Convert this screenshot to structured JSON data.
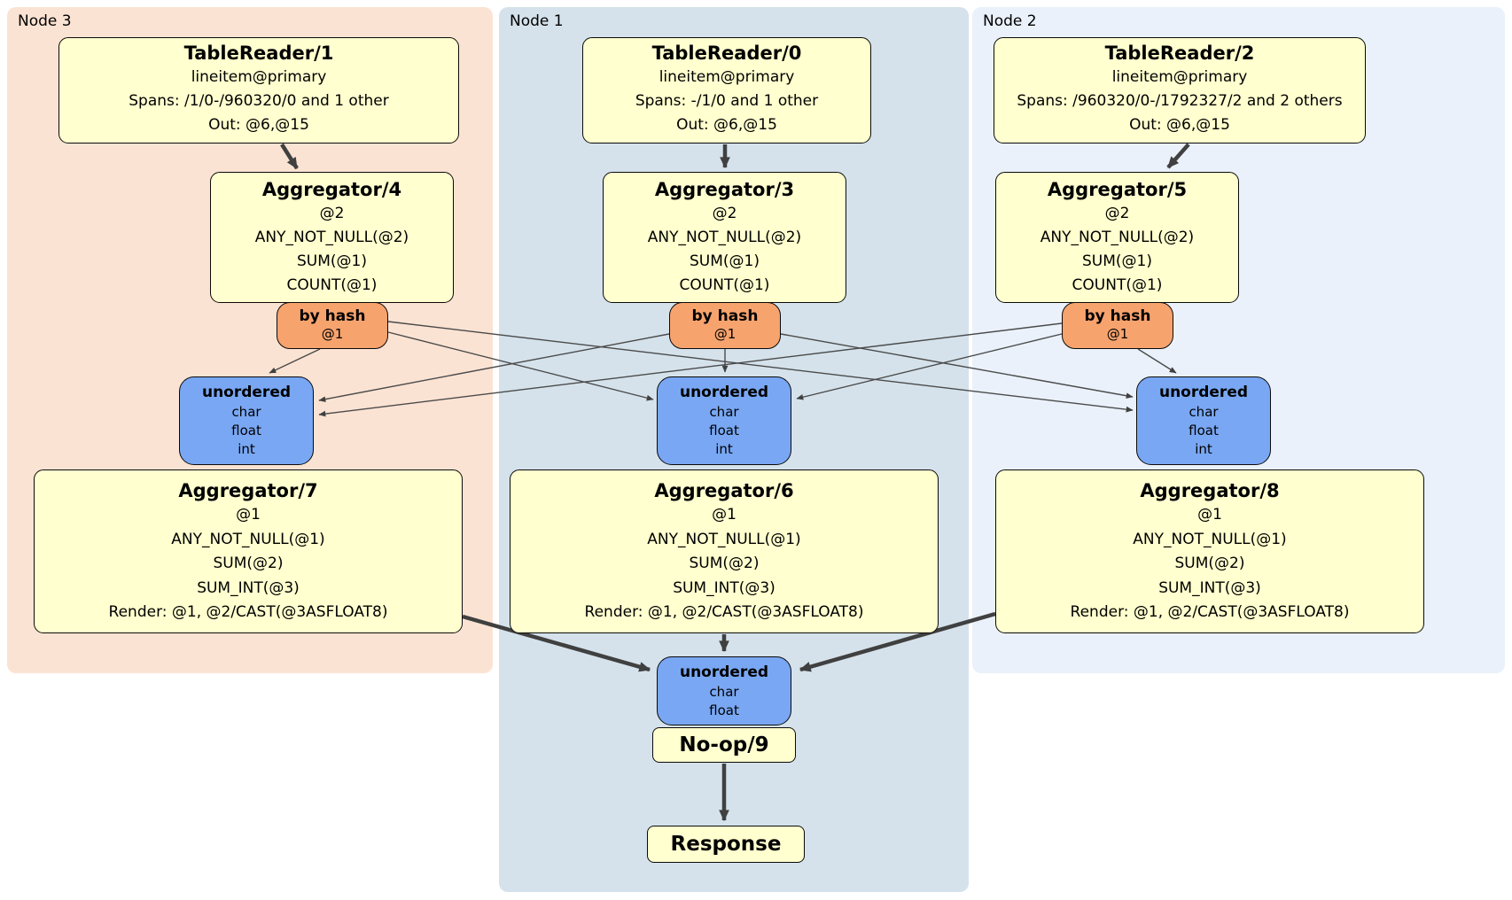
{
  "colors": {
    "node3_bg": "#fbe3d3",
    "node1_bg": "#d5e2eb",
    "node2_bg": "#eaf1fa",
    "processor_box_bg": "#ffffcf",
    "hash_router_bg": "#f7a36e",
    "unordered_sync_bg": "#79a7f3",
    "box_border": "#0a0a0a",
    "edge_color": "#404040"
  },
  "nodes": [
    {
      "label": "Node 3",
      "table_reader": {
        "title": "TableReader/1",
        "lines": [
          "lineitem@primary",
          "Spans: /1/0-/960320/0 and 1 other",
          "Out: @6,@15"
        ]
      },
      "aggregator_top": {
        "title": "Aggregator/4",
        "lines": [
          "@2",
          "ANY_NOT_NULL(@2)",
          "SUM(@1)",
          "COUNT(@1)"
        ]
      },
      "router": {
        "title": "by hash",
        "detail": "@1"
      },
      "sync": {
        "title": "unordered",
        "lines": [
          "char",
          "float",
          "int"
        ]
      },
      "aggregator_bottom": {
        "title": "Aggregator/7",
        "lines": [
          "@1",
          "ANY_NOT_NULL(@1)",
          "SUM(@2)",
          "SUM_INT(@3)",
          "Render: @1, @2/CAST(@3ASFLOAT8)"
        ]
      }
    },
    {
      "label": "Node 1",
      "table_reader": {
        "title": "TableReader/0",
        "lines": [
          "lineitem@primary",
          "Spans: -/1/0 and 1 other",
          "Out: @6,@15"
        ]
      },
      "aggregator_top": {
        "title": "Aggregator/3",
        "lines": [
          "@2",
          "ANY_NOT_NULL(@2)",
          "SUM(@1)",
          "COUNT(@1)"
        ]
      },
      "router": {
        "title": "by hash",
        "detail": "@1"
      },
      "sync": {
        "title": "unordered",
        "lines": [
          "char",
          "float",
          "int"
        ]
      },
      "aggregator_bottom": {
        "title": "Aggregator/6",
        "lines": [
          "@1",
          "ANY_NOT_NULL(@1)",
          "SUM(@2)",
          "SUM_INT(@3)",
          "Render: @1, @2/CAST(@3ASFLOAT8)"
        ]
      }
    },
    {
      "label": "Node 2",
      "table_reader": {
        "title": "TableReader/2",
        "lines": [
          "lineitem@primary",
          "Spans: /960320/0-/1792327/2 and 2 others",
          "Out: @6,@15"
        ]
      },
      "aggregator_top": {
        "title": "Aggregator/5",
        "lines": [
          "@2",
          "ANY_NOT_NULL(@2)",
          "SUM(@1)",
          "COUNT(@1)"
        ]
      },
      "router": {
        "title": "by hash",
        "detail": "@1"
      },
      "sync": {
        "title": "unordered",
        "lines": [
          "char",
          "float",
          "int"
        ]
      },
      "aggregator_bottom": {
        "title": "Aggregator/8",
        "lines": [
          "@1",
          "ANY_NOT_NULL(@1)",
          "SUM(@2)",
          "SUM_INT(@3)",
          "Render: @1, @2/CAST(@3ASFLOAT8)"
        ]
      }
    }
  ],
  "final_stage": {
    "sync": {
      "title": "unordered",
      "lines": [
        "char",
        "float"
      ]
    },
    "noop_label": "No-op/9",
    "response_label": "Response"
  }
}
